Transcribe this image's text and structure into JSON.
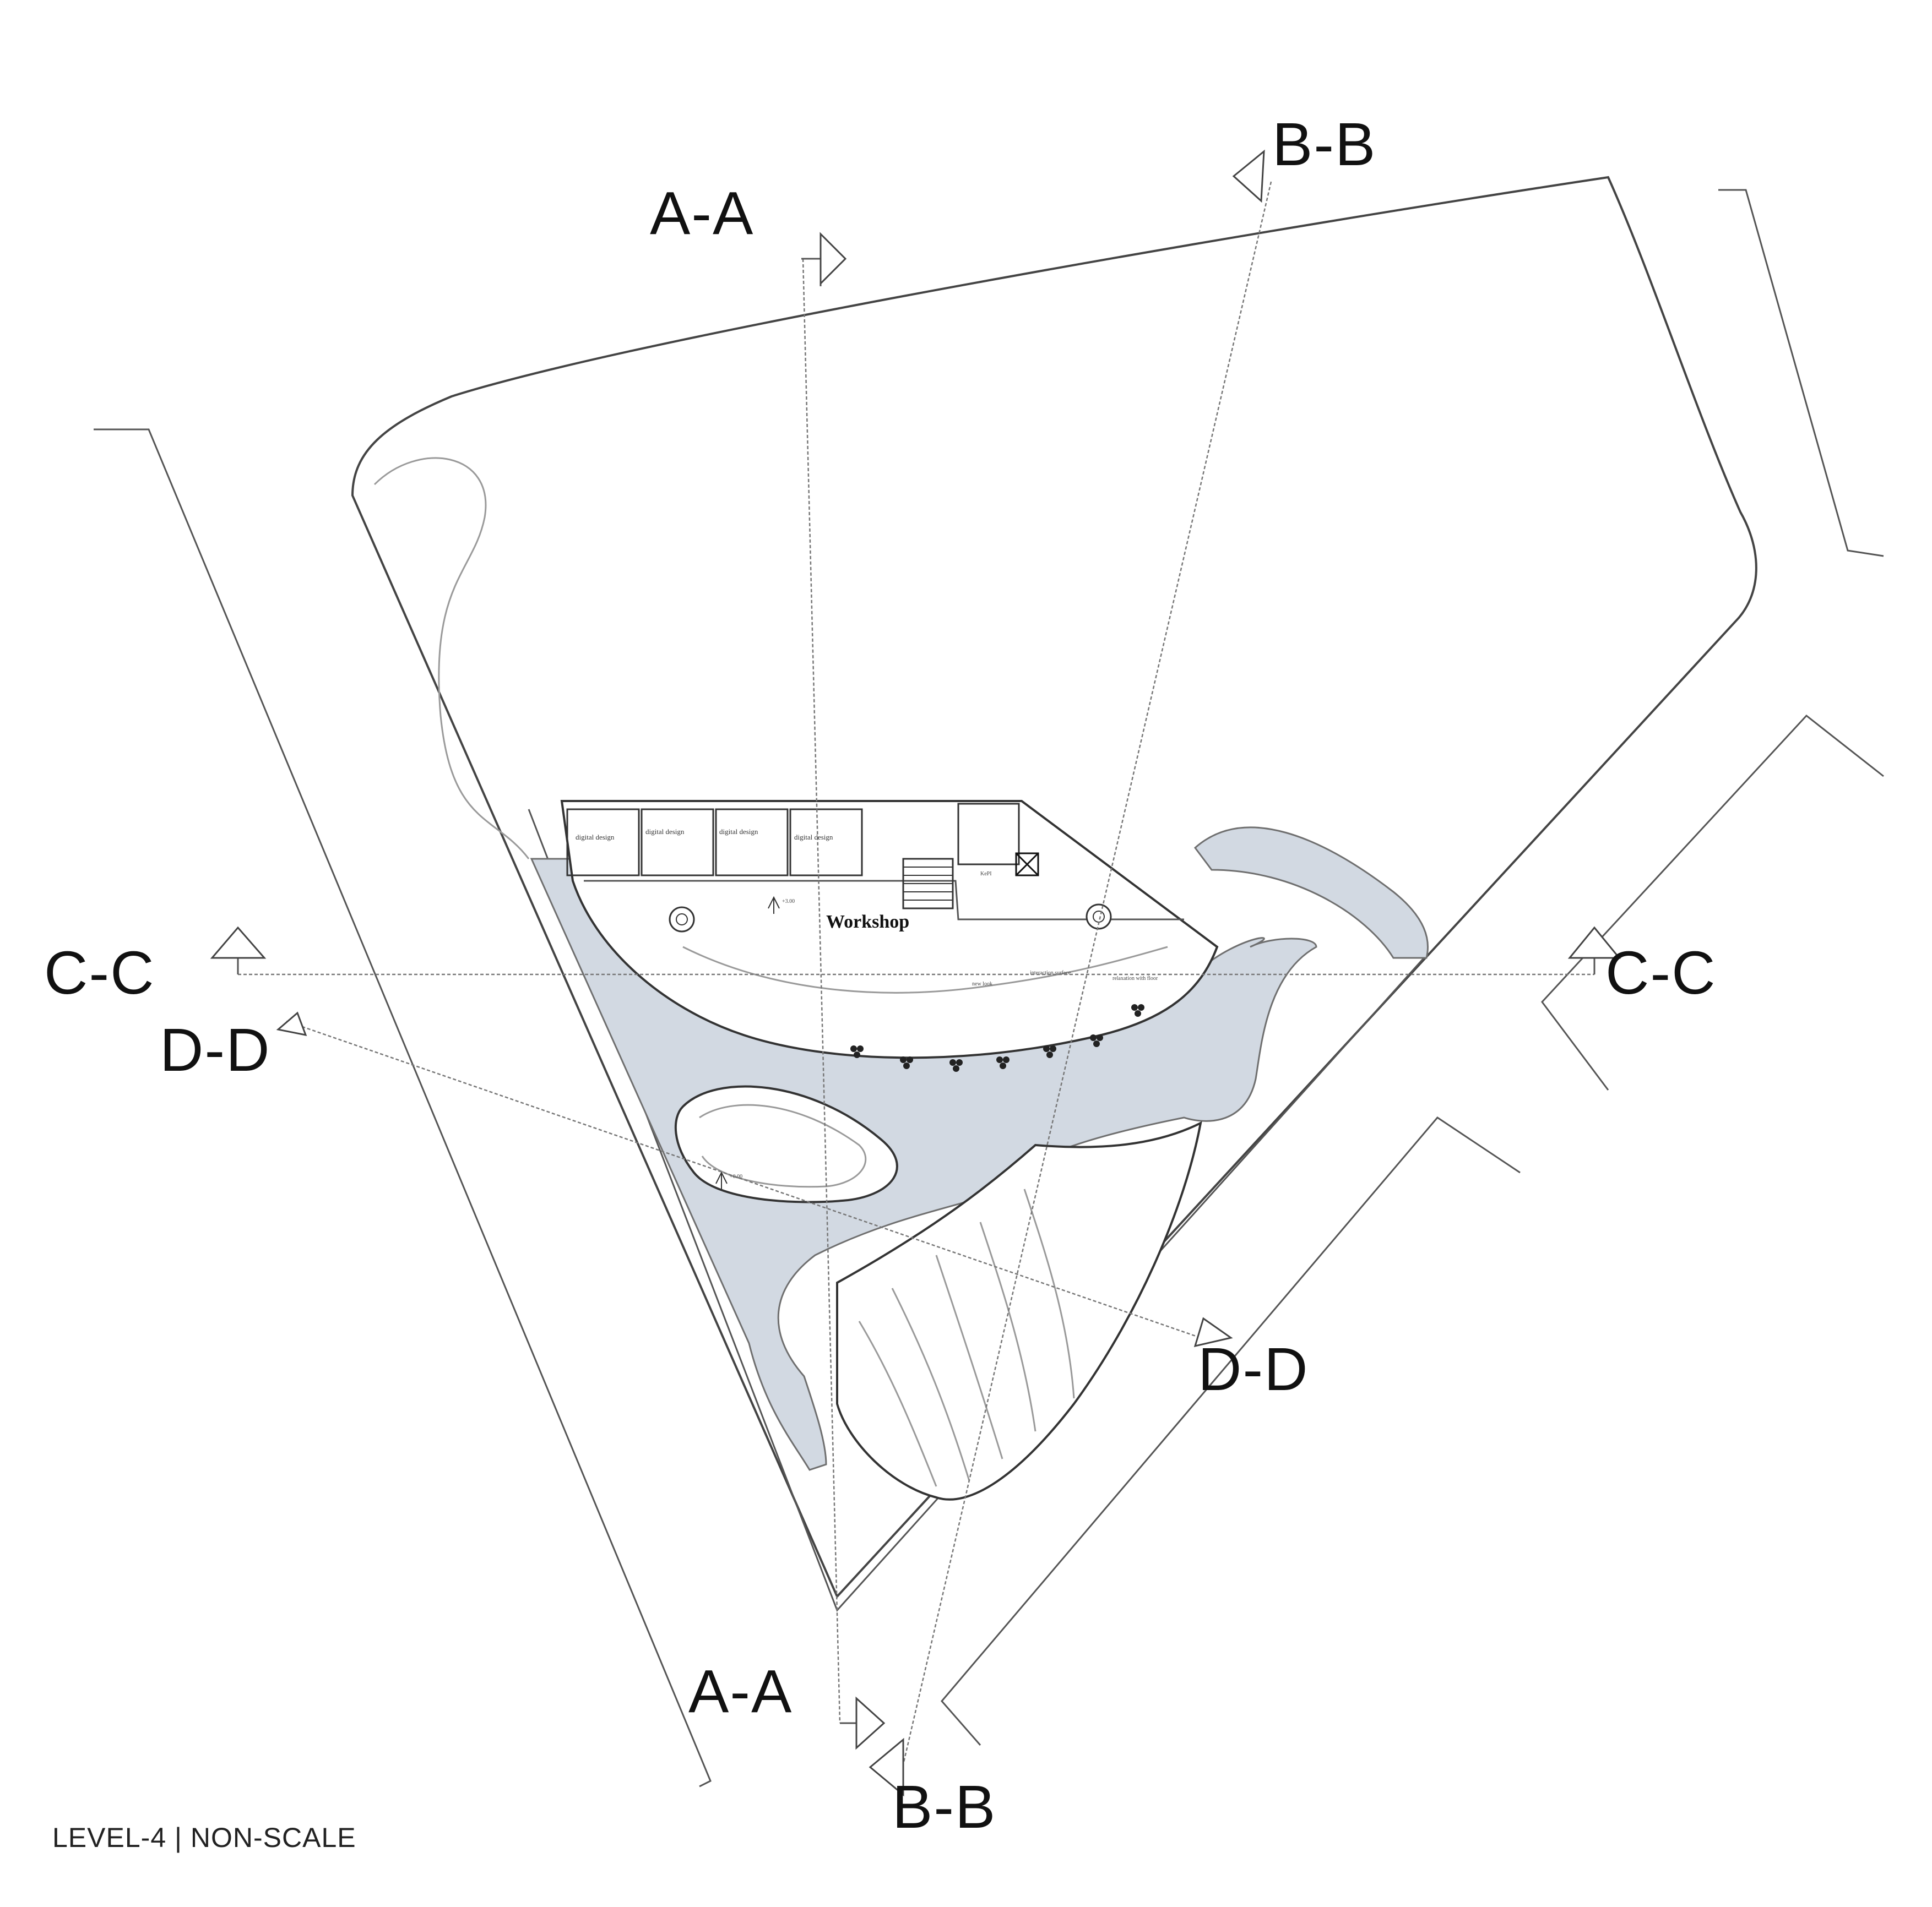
{
  "drawing": {
    "level_caption": "LEVEL-4 | NON-SCALE",
    "sections": {
      "aa_top": "A-A",
      "aa_bottom": "A-A",
      "bb_top": "B-B",
      "bb_bottom": "B-B",
      "cc_left": "C-C",
      "cc_right": "C-C",
      "dd_left": "D-D",
      "dd_right": "D-D"
    },
    "rooms": {
      "digital_1": "digital design",
      "digital_2": "digital design",
      "digital_3": "digital design",
      "digital_4": "digital design",
      "workshop": "Workshop",
      "kiosk": "KePI",
      "new_look": "new look",
      "interaction": "interaction surface",
      "relax": "relaxation with floor",
      "elev_1": "+3.00",
      "elev_2": "+0.00"
    }
  },
  "colors": {
    "water": "#d2d9e2",
    "lines": "#444444",
    "background": "#ffffff"
  }
}
